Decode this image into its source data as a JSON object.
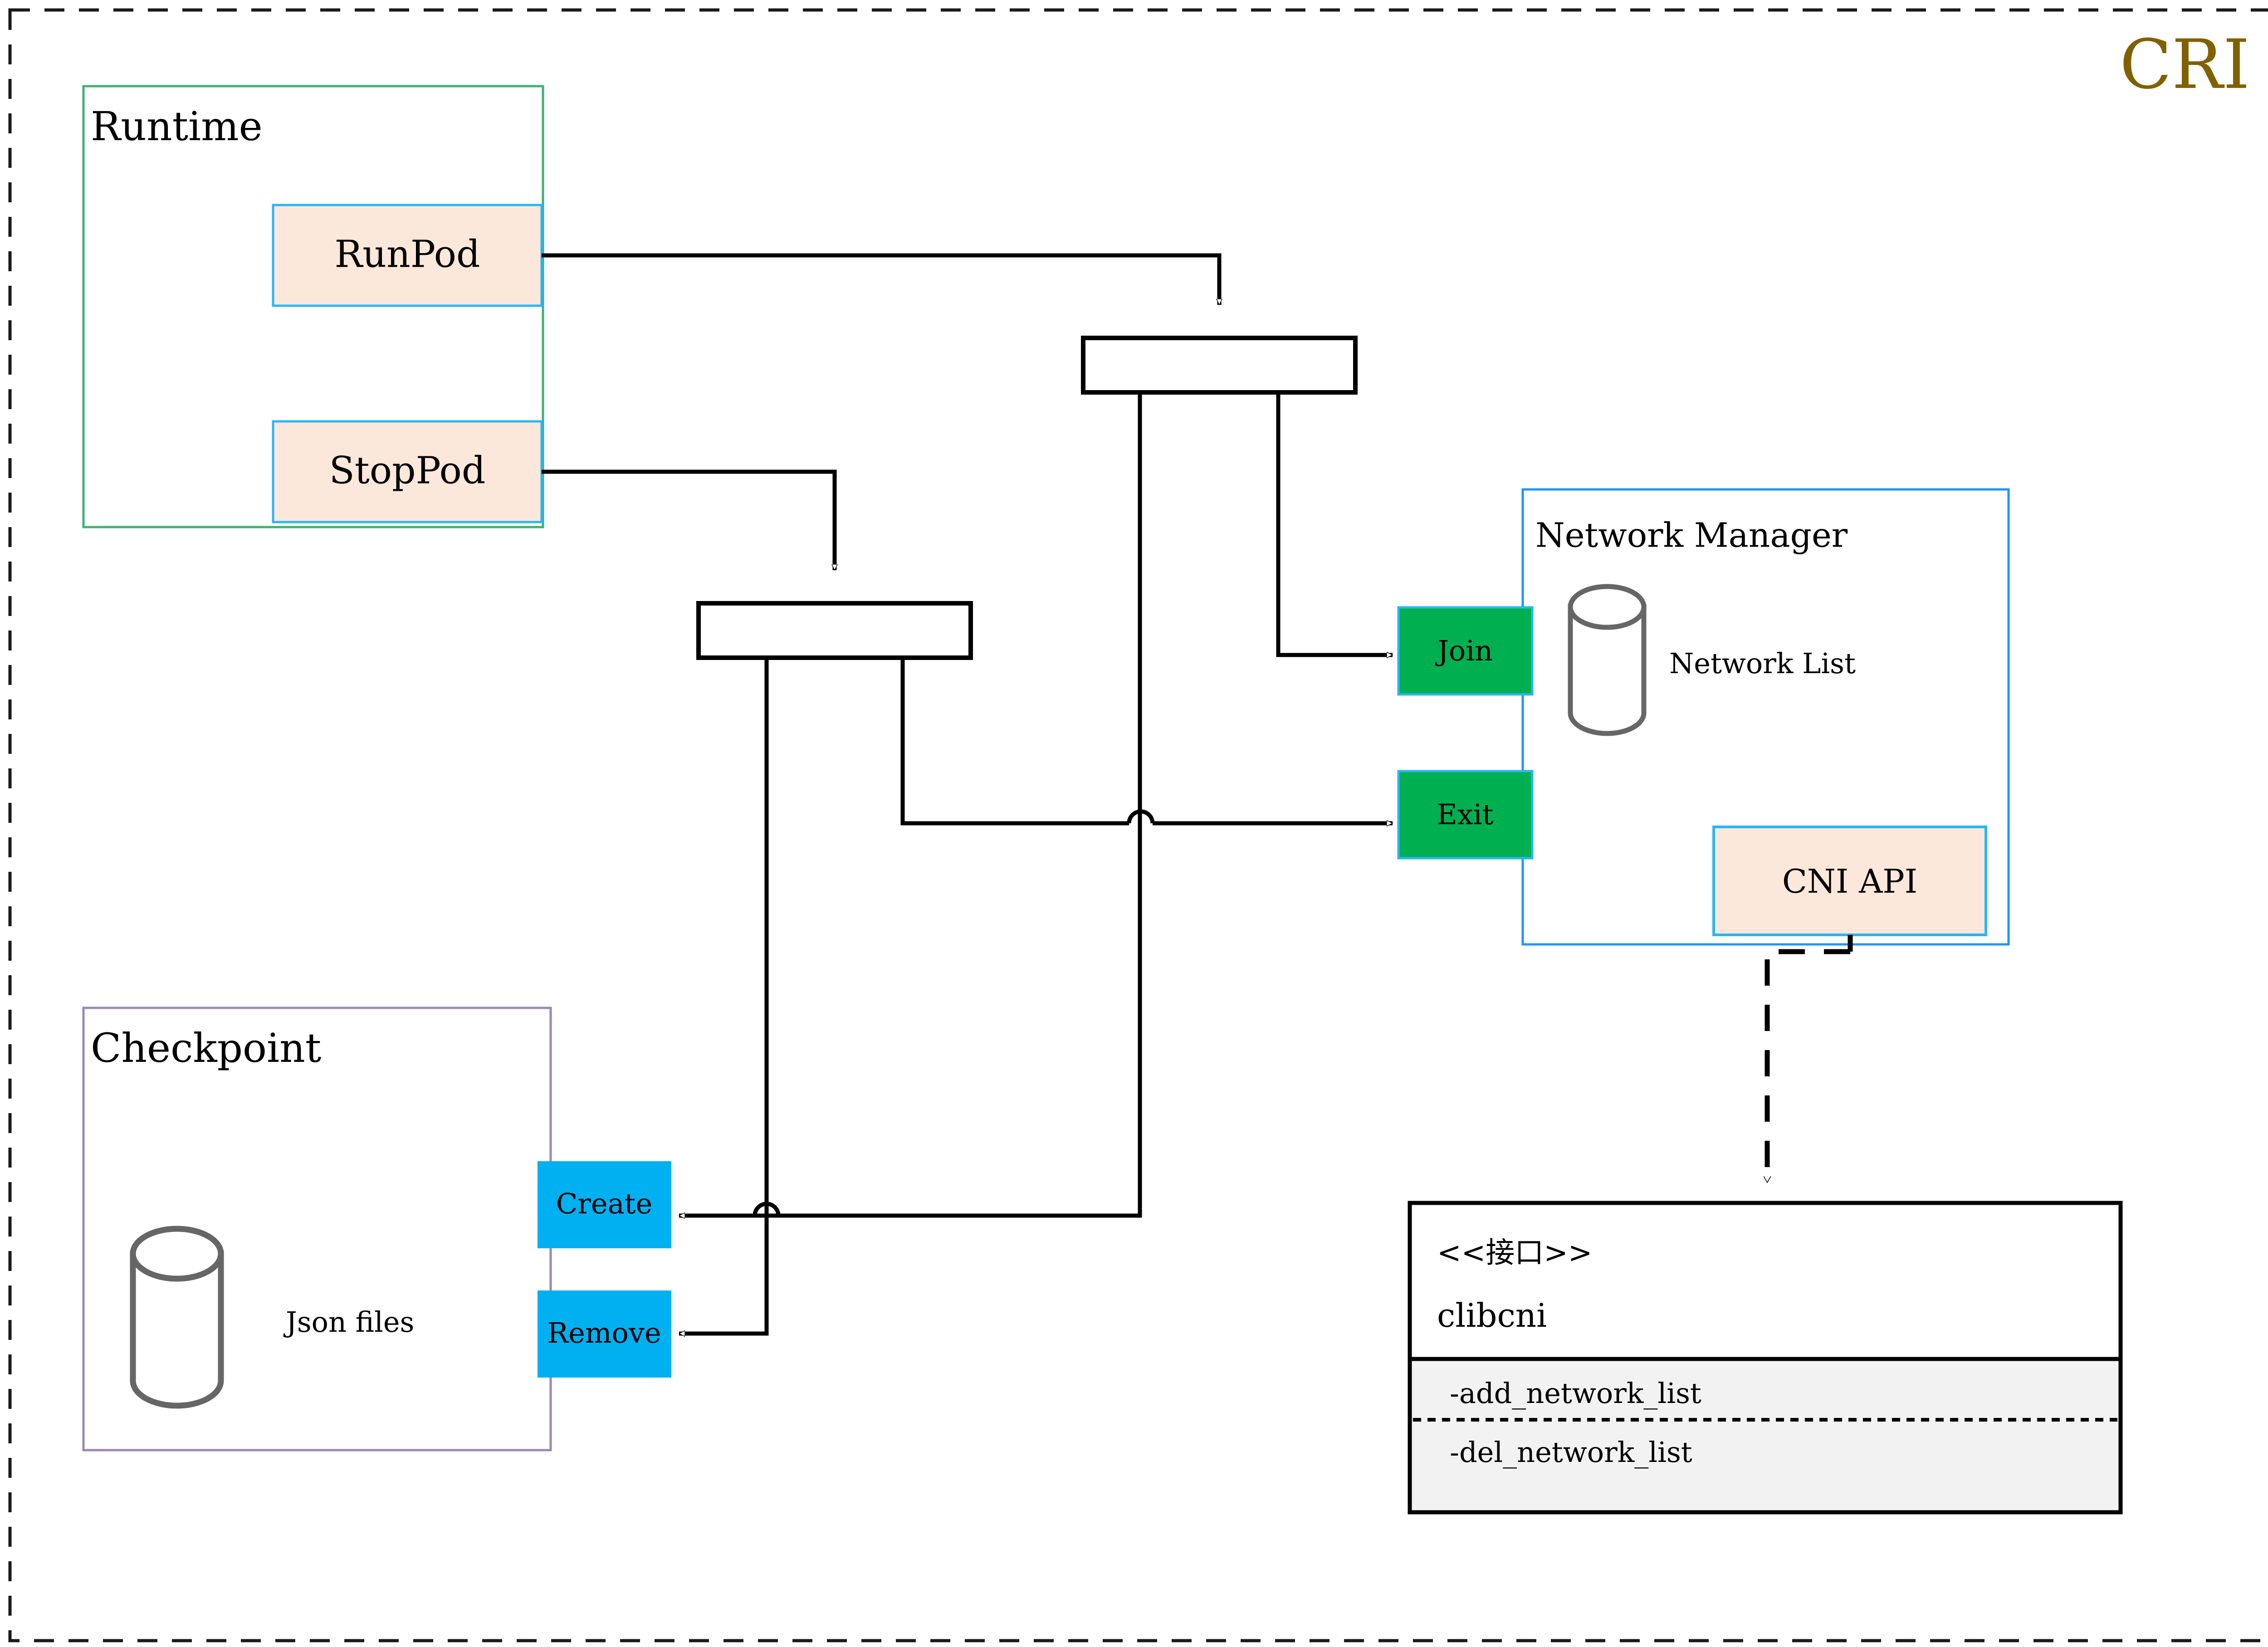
{
  "diagram": {
    "title": "CRI",
    "title_color": "#806000",
    "canvas_border": "dashed",
    "containers": [
      {
        "id": "runtime",
        "label": "Runtime",
        "border_color": "#3cb371"
      },
      {
        "id": "checkpoint",
        "label": "Checkpoint",
        "border_color": "#9a86b8"
      },
      {
        "id": "network-manager",
        "label": "Network Manager",
        "border_color": "#2196f3"
      }
    ],
    "runtime": {
      "label": "Runtime",
      "operations": [
        {
          "id": "runpod",
          "label": "RunPod",
          "fill": "#fce8da",
          "border": "#29b6f6"
        },
        {
          "id": "stoppod",
          "label": "StopPod",
          "fill": "#fce8da",
          "border": "#29b6f6"
        }
      ]
    },
    "checkpoint": {
      "label": "Checkpoint",
      "store_label": "Json files",
      "operations": [
        {
          "id": "create",
          "label": "Create",
          "fill": "#00b0f0"
        },
        {
          "id": "remove",
          "label": "Remove",
          "fill": "#00b0f0"
        }
      ]
    },
    "network_manager": {
      "label": "Network Manager",
      "store_label": "Network List",
      "operations": [
        {
          "id": "join",
          "label": "Join",
          "fill": "#00b050",
          "border": "#29b6f6"
        },
        {
          "id": "exit",
          "label": "Exit",
          "fill": "#00b050",
          "border": "#29b6f6"
        }
      ],
      "api": {
        "id": "cni-api",
        "label": "CNI API",
        "fill": "#fce8da",
        "border": "#29b6f6"
      }
    },
    "interface": {
      "stereotype": "<<接口>>",
      "name": "clibcni",
      "methods": [
        "-add_network_list",
        "-del_network_list"
      ],
      "methods_fill": "#f2f2f2"
    },
    "junctions": [
      {
        "id": "runpod-fanout"
      },
      {
        "id": "stoppod-fanout"
      }
    ],
    "colors": {
      "line": "#000000",
      "cylinder_stroke": "#666666",
      "green_op": "#00b050",
      "blue_op": "#00b0f0",
      "peach": "#fce8da",
      "blue_border": "#29b6f6",
      "runtime_border": "#3cb371",
      "checkpoint_border": "#9a86b8",
      "nm_border": "#2196f3",
      "title": "#806000"
    }
  }
}
